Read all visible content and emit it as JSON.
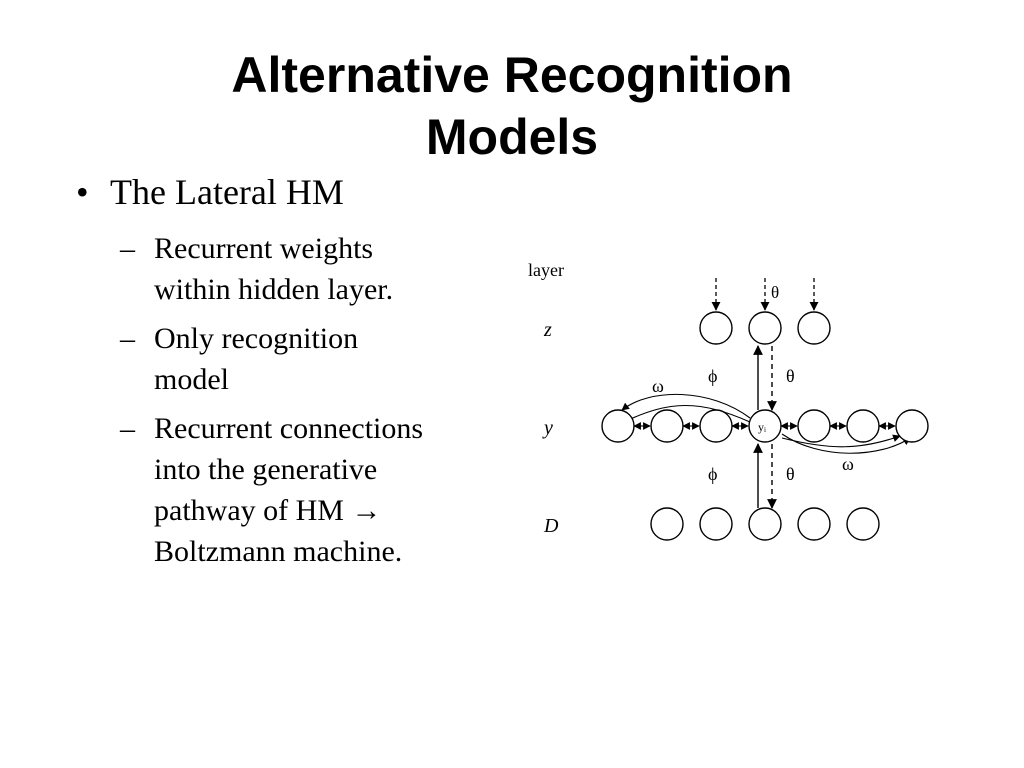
{
  "slide": {
    "title_lines": [
      "Alternative Recognition",
      "Models"
    ],
    "bullet": "The Lateral HM",
    "bullet_marker": "•",
    "sub_marker": "–",
    "subbullets": [
      {
        "lines": [
          "Recurrent weights",
          "within hidden layer."
        ]
      },
      {
        "lines": [
          "Only recognition",
          "model"
        ]
      },
      {
        "lines": [
          "Recurrent connections",
          "into the generative",
          "pathway of HM →",
          "Boltzmann machine."
        ]
      }
    ]
  },
  "diagram": {
    "layer_header": "layer",
    "row_labels": [
      "z",
      "y",
      "D"
    ],
    "greek": {
      "phi": "ϕ",
      "theta": "θ",
      "omega": "ω"
    },
    "center_unit": "yᵢ"
  }
}
